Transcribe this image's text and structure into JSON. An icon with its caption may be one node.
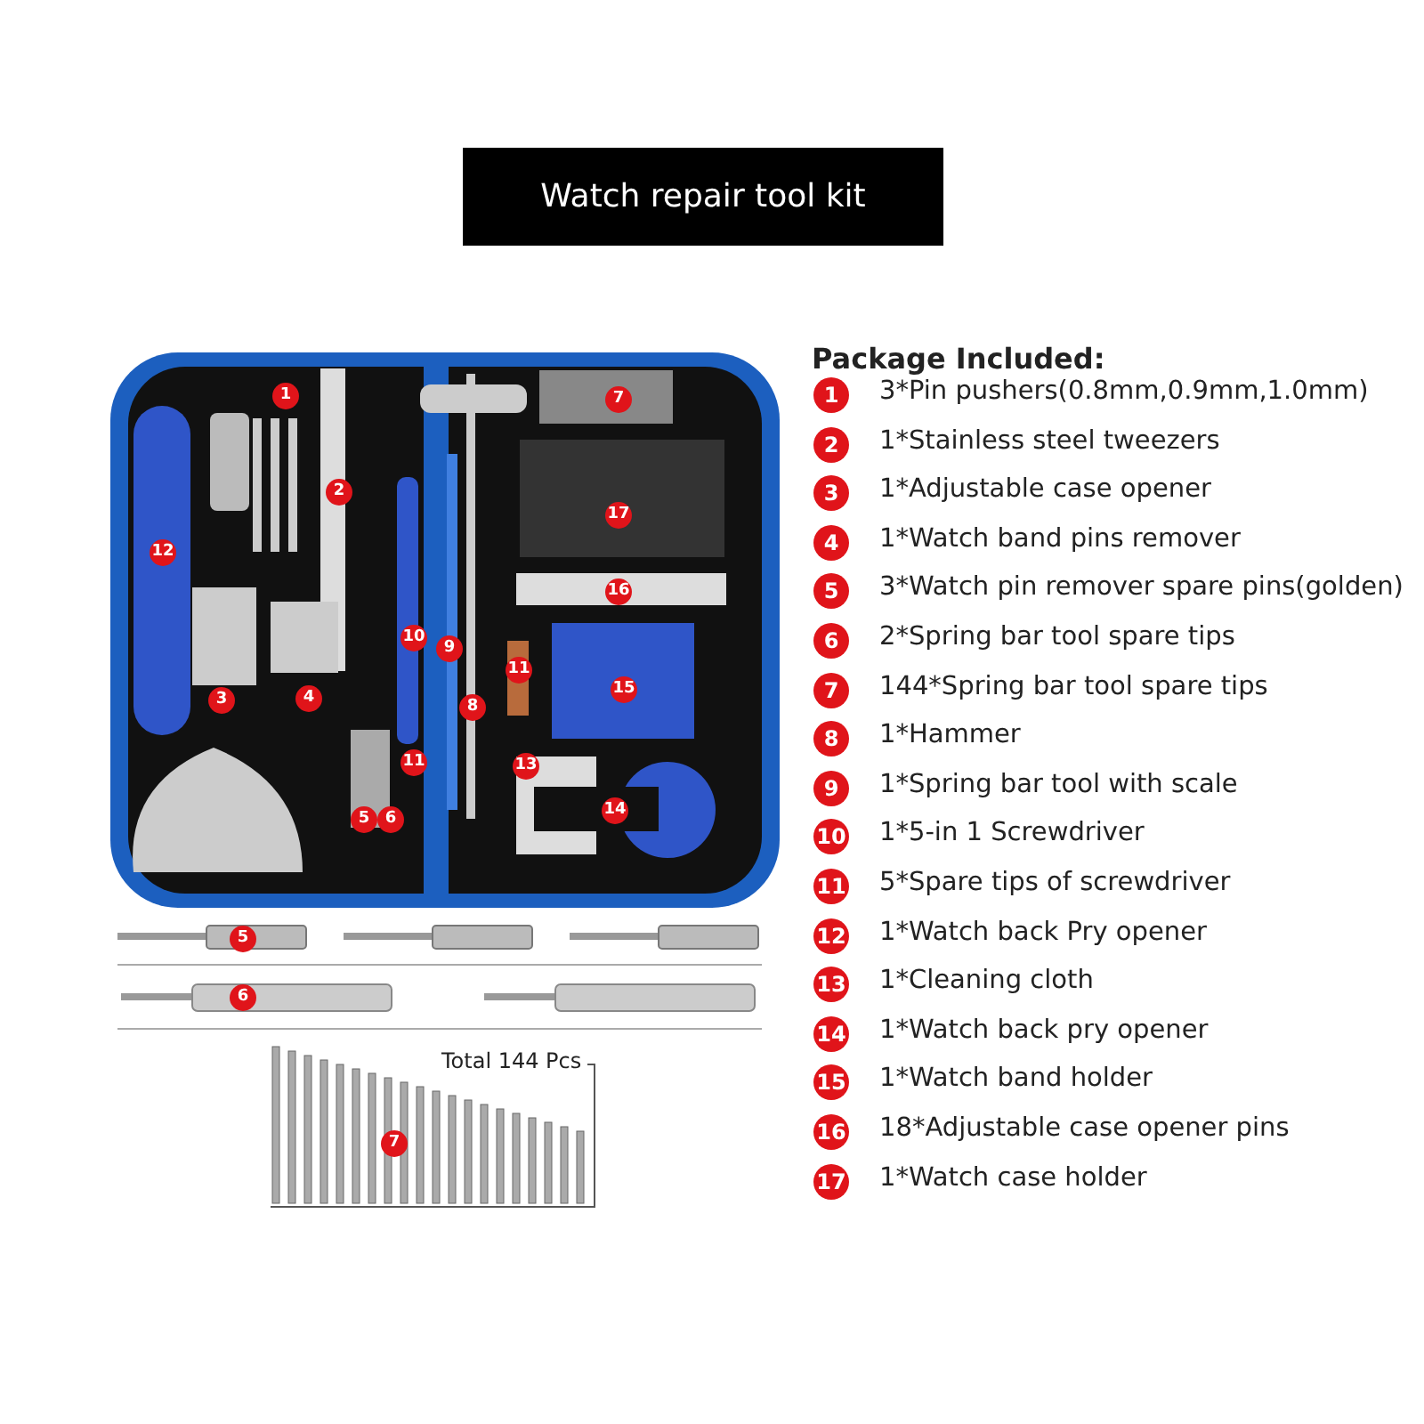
{
  "diagram": {
    "title": "Watch repair tool kit",
    "labels": [
      "1",
      "7",
      "2",
      "17",
      "12",
      "16",
      "10",
      "9",
      "11",
      "15",
      "3",
      "4",
      "8",
      "11",
      "13",
      "14",
      "5",
      "6",
      "5",
      "6",
      "Total 144 Pcs",
      "7",
      "Package Included:",
      "1",
      "3*Pin pushers(0.8mm,0.9mm,1.0mm)",
      "2",
      "1*Stainless steel tweezers",
      "3",
      "1*Adjustable case opener",
      "4",
      "1*Watch band pins remover",
      "5",
      "3*Watch pin remover spare pins(golden)",
      "6",
      "2*Spring bar tool spare tips",
      "7",
      "144*Spring bar tool spare tips",
      "8",
      "1*Hammer",
      "9",
      "1*Spring bar tool with scale",
      "10",
      "1*5-in 1 Screwdriver",
      "11",
      "5*Spare tips of screwdriver",
      "12",
      "1*Watch back Pry opener",
      "13",
      "1*Cleaning cloth",
      "14",
      "1*Watch back pry opener",
      "15",
      "1*Watch band holder",
      "16",
      "18*Adjustable case opener pins",
      "17",
      "1*Watch case holder"
    ]
  }
}
